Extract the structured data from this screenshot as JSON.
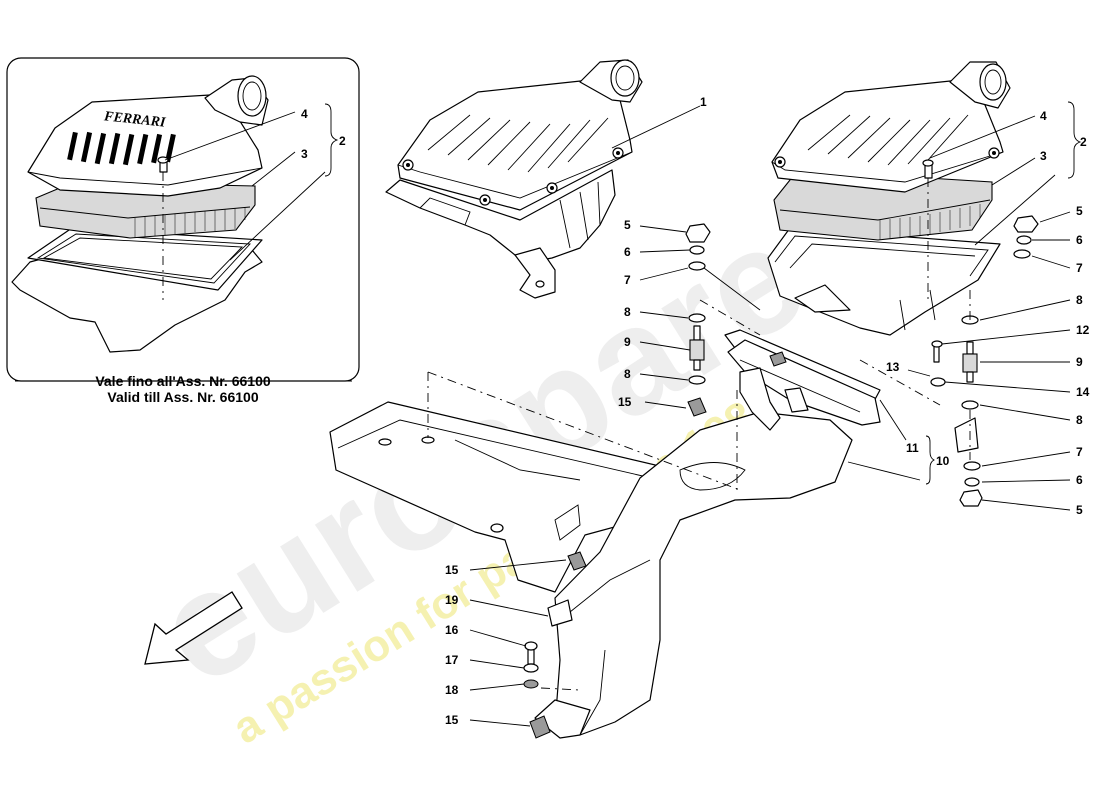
{
  "inset": {
    "caption_line1": "Vale fino all'Ass. Nr. 66100",
    "caption_line2": "Valid till Ass. Nr. 66100",
    "logo_text": "FERRARI",
    "callouts": [
      {
        "id": "inset-4",
        "label": "4"
      },
      {
        "id": "inset-3",
        "label": "3"
      },
      {
        "id": "inset-2",
        "label": "2"
      }
    ]
  },
  "callouts": [
    {
      "id": "c1",
      "label": "1"
    },
    {
      "id": "c4",
      "label": "4"
    },
    {
      "id": "c3",
      "label": "3"
    },
    {
      "id": "c2",
      "label": "2"
    },
    {
      "id": "c5a",
      "label": "5"
    },
    {
      "id": "c6a",
      "label": "6"
    },
    {
      "id": "c7a",
      "label": "7"
    },
    {
      "id": "c8a",
      "label": "8"
    },
    {
      "id": "c9a",
      "label": "9"
    },
    {
      "id": "c8b",
      "label": "8"
    },
    {
      "id": "c15a",
      "label": "15"
    },
    {
      "id": "c5b",
      "label": "5"
    },
    {
      "id": "c6b",
      "label": "6"
    },
    {
      "id": "c7b",
      "label": "7"
    },
    {
      "id": "c8c",
      "label": "8"
    },
    {
      "id": "c12",
      "label": "12"
    },
    {
      "id": "c9b",
      "label": "9"
    },
    {
      "id": "c13",
      "label": "13"
    },
    {
      "id": "c14",
      "label": "14"
    },
    {
      "id": "c8d",
      "label": "8"
    },
    {
      "id": "c11",
      "label": "11"
    },
    {
      "id": "c10",
      "label": "10"
    },
    {
      "id": "c7c",
      "label": "7"
    },
    {
      "id": "c6c",
      "label": "6"
    },
    {
      "id": "c5c",
      "label": "5"
    },
    {
      "id": "c15b",
      "label": "15"
    },
    {
      "id": "c19",
      "label": "19"
    },
    {
      "id": "c16",
      "label": "16"
    },
    {
      "id": "c17",
      "label": "17"
    },
    {
      "id": "c18",
      "label": "18"
    },
    {
      "id": "c15c",
      "label": "15"
    }
  ],
  "watermark": {
    "brand": "eurospares",
    "tagline": "a passion for parts since 1985"
  },
  "colors": {
    "line": "#000000",
    "watermark": "#e8e8e8",
    "watermark_tagline": "#f3f0a0"
  }
}
